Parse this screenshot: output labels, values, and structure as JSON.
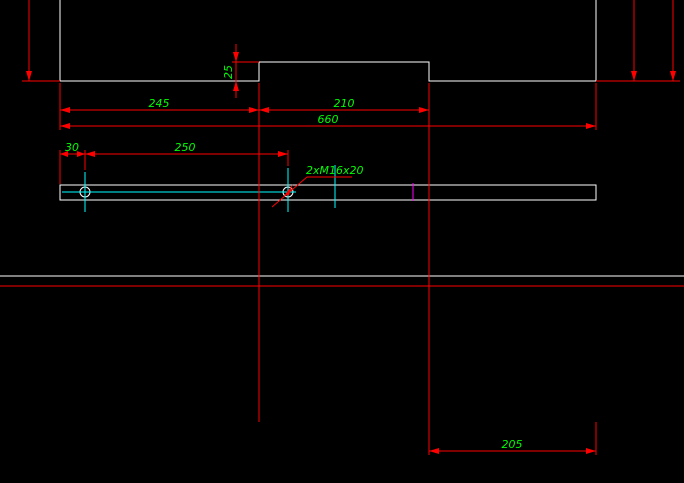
{
  "drawing": {
    "background_color": "#000000",
    "colors": {
      "geometry": "#ffffff",
      "dimension": "#ff0000",
      "dimension_text": "#00ff00",
      "centerline": "#00ffff",
      "marker": "#ff00ff"
    },
    "dimensions": {
      "step_height": "25",
      "left_span": "245",
      "right_span": "210",
      "overall_width": "660",
      "hole_offset": "30",
      "hole_spacing": "250",
      "thread_callout": "2xM16x20",
      "bottom_span": "205"
    }
  }
}
